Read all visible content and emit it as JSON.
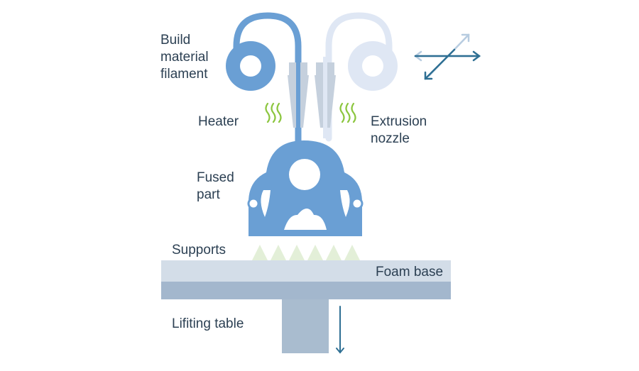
{
  "labels": {
    "filament": [
      "Build",
      "material",
      "filament"
    ],
    "heater": "Heater",
    "extrusion_nozzle": [
      "Extrusion",
      "nozzle"
    ],
    "fused_part": [
      "Fused",
      "part"
    ],
    "supports": "Supports",
    "foam_base": "Foam base",
    "lifting_table": "Lifiting table"
  },
  "colors": {
    "primary_blue": "#6a9fd4",
    "light_blue": "#dfe7f4",
    "light_blue_stroke": "#c9d7ec",
    "nozzle": "#c5d0dd",
    "heater_green": "#8cc63f",
    "support_green": "#e3efd8",
    "foam_base": "#d3dde8",
    "base_dark": "#a3b7cd",
    "table_stem": "#a9bccf",
    "arrow_dark": "#2e6f93",
    "arrow_light": "#b7cce0",
    "text": "#2c4053"
  },
  "icons": {
    "motion_arrows": "xy-motion-arrows-icon",
    "down_arrow": "arrow-down-icon",
    "heat": "heat-waves-icon"
  }
}
